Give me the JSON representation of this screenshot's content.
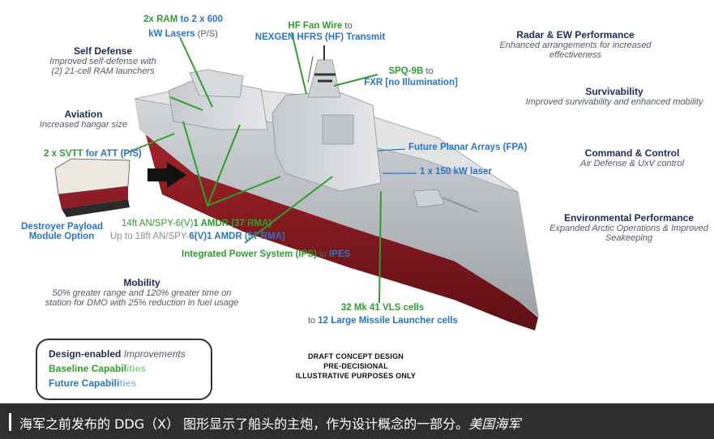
{
  "labels": {
    "self_defense": {
      "title": "Self Defense",
      "desc1": "Improved self-defense with",
      "desc2": "(2) 21-cell RAM launchers"
    },
    "aviation": {
      "title": "Aviation",
      "desc": "Increased hangar size"
    },
    "svtt": {
      "green": "2 x SVTT",
      "blue": " for ATT (P/S)"
    },
    "ram_lasers": {
      "green": "2x RAM",
      "blue1": " to 2 x 600",
      "blue2": "kW Lasers",
      "tail": " (P/S)"
    },
    "hf_fan": {
      "green": "HF Fan Wire",
      "tail": " to",
      "blue": "NEXGEN HFRS (HF) Transmit"
    },
    "spq": {
      "green": "SPQ-9B",
      "tail": " to",
      "blue": "FXR [no Illumination]"
    },
    "radar_ew": {
      "title": "Radar & EW Performance",
      "desc1": "Enhanced arrangements for increased",
      "desc2": "effectiveness"
    },
    "survivability": {
      "title": "Survivability",
      "desc": "Improved survivability and enhanced mobility"
    },
    "command": {
      "title": "Command & Control",
      "desc": "Air Defense & UxV control"
    },
    "environmental": {
      "title": "Environmental Performance",
      "desc1": "Expanded Arctic Operations & Improved",
      "desc2": "Seakeeping"
    },
    "fpa": {
      "blue": "Future Planar Arrays (FPA)"
    },
    "laser150": {
      "blue": "1 x 150 kW laser"
    },
    "payload": {
      "line1": "Destroyer Payload",
      "line2": "Module Option"
    },
    "amdr1": {
      "green": "14ft AN/SPY-6(V)",
      "bold": "1 AMDR (37 RMA)"
    },
    "amdr2": {
      "grey": "Up to 18ft AN/SPY-",
      "bold": "6(V)1 AMDR (57 RMA)"
    },
    "ips": {
      "green": "Integrated Power System (IPS)",
      "tail": " to ",
      "blue": "IPES"
    },
    "mobility": {
      "title": "Mobility",
      "desc1": "50% greater range and 120% greater time on",
      "desc2": "station for DMO with 25% reduction in fuel usage"
    },
    "vls": {
      "green": "32 Mk 41 VLS cells",
      "tail": "to ",
      "blue": "12 Large Missile Launcher cells"
    }
  },
  "legend": {
    "design": {
      "bold": "Design-enabled",
      "italic": " Improvements"
    },
    "baseline": {
      "strong": "Baseline Capabil",
      "faded": "ities"
    },
    "future": {
      "strong": "Future Capabili",
      "faded": "ties"
    }
  },
  "draft": {
    "line1": "DRAFT CONCEPT DESIGN",
    "line2": "PRE-DECISIONAL",
    "line3": "ILLUSTRATIVE PURPOSES ONLY"
  },
  "caption": {
    "text": "海军之前发布的 DDG（X） 图形显示了船头的主炮，作为设计概念的一部分。",
    "credit": "美国海军"
  },
  "colors": {
    "green": "#2f9e2f",
    "blue": "#2a74c9",
    "navy": "#1f2a5a",
    "hull_red": "#8f1d24",
    "hull_grey": "#b9bcc0"
  }
}
